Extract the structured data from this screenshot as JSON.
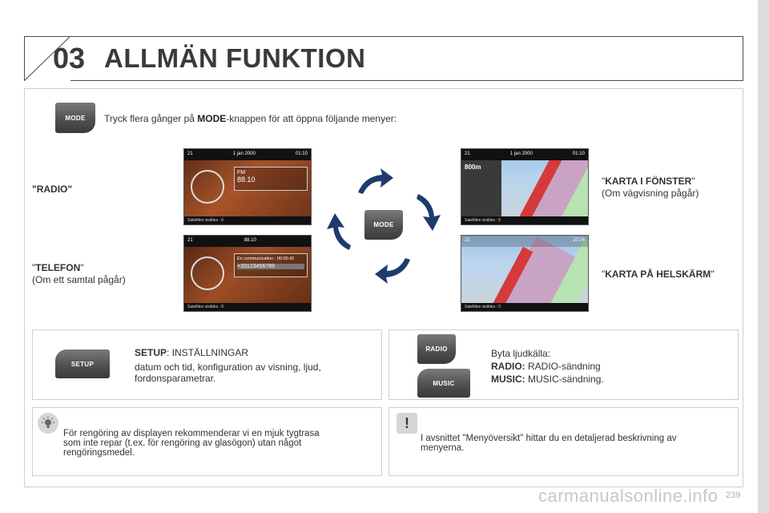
{
  "header": {
    "chapter_number": "03",
    "chapter_title": "ALLMÄN FUNKTION"
  },
  "intro": {
    "prefix": "Tryck flera gånger på ",
    "bold": "MODE",
    "suffix": "-knappen för att öppna följande menyer:"
  },
  "keys": {
    "mode": "MODE",
    "setup": "SETUP",
    "radio": "RADIO",
    "music": "MUSIC"
  },
  "labels": {
    "radio": "\"RADIO\"",
    "telefon_quote_open": "\"",
    "telefon_bold": "TELEFON",
    "telefon_quote_close": "\"",
    "telefon_sub": "(Om ett samtal pågår)",
    "karta_window_quote_open": "\"",
    "karta_window_bold": "KARTA I FÖNSTER",
    "karta_window_quote_close": "\"",
    "karta_window_sub": "(Om vägvisning pågår)",
    "karta_full_quote_open": "\"",
    "karta_full_bold": "KARTA PÅ HELSKÄRM",
    "karta_full_quote_close": "\""
  },
  "screens": {
    "radio": {
      "temp": "21",
      "date": "1   jan   2000",
      "time": "01:10",
      "band": "FM",
      "freq": "88.10",
      "footer": "Satellites visibles :      6"
    },
    "phone": {
      "temp": "21",
      "freq": "88.10",
      "call_status": "En communication : 00:00:42",
      "number": "+33123456789",
      "footer": "Satellites visibles :      6"
    },
    "map_window": {
      "temp": "21",
      "date": "1   jan   2000",
      "time": "01:10",
      "distance": "800m",
      "footer": "Satellites visibles :      6"
    },
    "map_full": {
      "temp": "21",
      "time": "10:24",
      "footer": "Satellites visibles : 0"
    }
  },
  "setup_box": {
    "title_bold": "SETUP",
    "title_rest": ": INSTÄLLNINGAR",
    "line1": "datum och tid, konfiguration av visning, ljud,",
    "line2": "fordonsparametrar."
  },
  "source_box": {
    "title": "Byta ljudkälla:",
    "radio_bold": "RADIO:",
    "radio_rest": " RADIO-sändning",
    "music_bold": "MUSIC:",
    "music_rest": " MUSIC-sändning."
  },
  "tip_box": {
    "line1": "För rengöring av displayen rekommenderar vi en mjuk tygtrasa",
    "line2": "som inte repar (t.ex. för rengöring av glasögon) utan något",
    "line3": "rengöringsmedel."
  },
  "note_box": {
    "line1": "I avsnittet \"Menyöversikt\" hittar du en detaljerad beskrivning av",
    "line2": "menyerna."
  },
  "footer": {
    "watermark": "carmanualsonline.info",
    "page_number": "239"
  },
  "colors": {
    "arrow": "#1e3b6e",
    "key_dark": "#4e4e4e",
    "title": "#3a3a3a"
  }
}
